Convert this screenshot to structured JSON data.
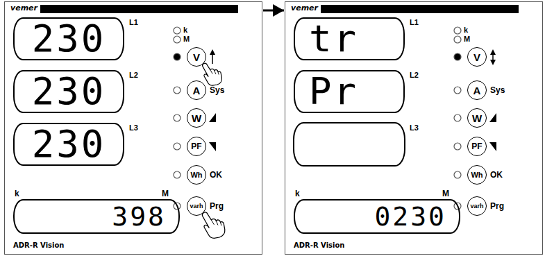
{
  "diagram": {
    "nodes": [
      {
        "text": [
          "vemer",
          "ADR-R Vision"
        ]
      },
      {
        "text": [
          "230"
        ],
        "in": 0
      },
      {
        "text": [
          "230"
        ],
        "in": 0
      },
      {
        "text": [
          "230"
        ],
        "in": 0
      },
      {
        "text": [
          "398"
        ],
        "in": 0
      },
      {
        "text": [
          "V"
        ],
        "in": 0
      },
      {
        "text": [
          "A"
        ],
        "in": 0
      },
      {
        "text": [
          "W"
        ],
        "in": 0
      },
      {
        "text": [
          "PF"
        ],
        "in": 0
      },
      {
        "text": [
          "Wh"
        ],
        "in": 0
      },
      {
        "text": [
          "varh"
        ],
        "in": 0
      },
      {
        "text": [
          "vemer",
          "ADR-R Vision"
        ]
      },
      {
        "text": [
          "tr"
        ],
        "in": 11
      },
      {
        "text": [
          "Pr"
        ],
        "in": 11
      },
      {
        "text": [
          "0230"
        ],
        "in": 11
      },
      {
        "text": [
          "V"
        ],
        "in": 11
      },
      {
        "text": [
          "A"
        ],
        "in": 11
      },
      {
        "text": [
          "W"
        ],
        "in": 11
      },
      {
        "text": [
          "PF"
        ],
        "in": 11
      },
      {
        "text": [
          "Wh"
        ],
        "in": 11
      },
      {
        "text": [
          "varh"
        ],
        "in": 11
      }
    ],
    "edges": [
      {
        "from": 0,
        "to": 11,
        "arrow": "to"
      }
    ],
    "labels": [
      "L1",
      "k",
      "M",
      "L2",
      "Sys",
      "L3",
      "OK",
      "k",
      "M",
      "Prg",
      "L1",
      "k",
      "M",
      "L2",
      "Sys",
      "L3",
      "OK",
      "k",
      "M",
      "Prg"
    ]
  }
}
